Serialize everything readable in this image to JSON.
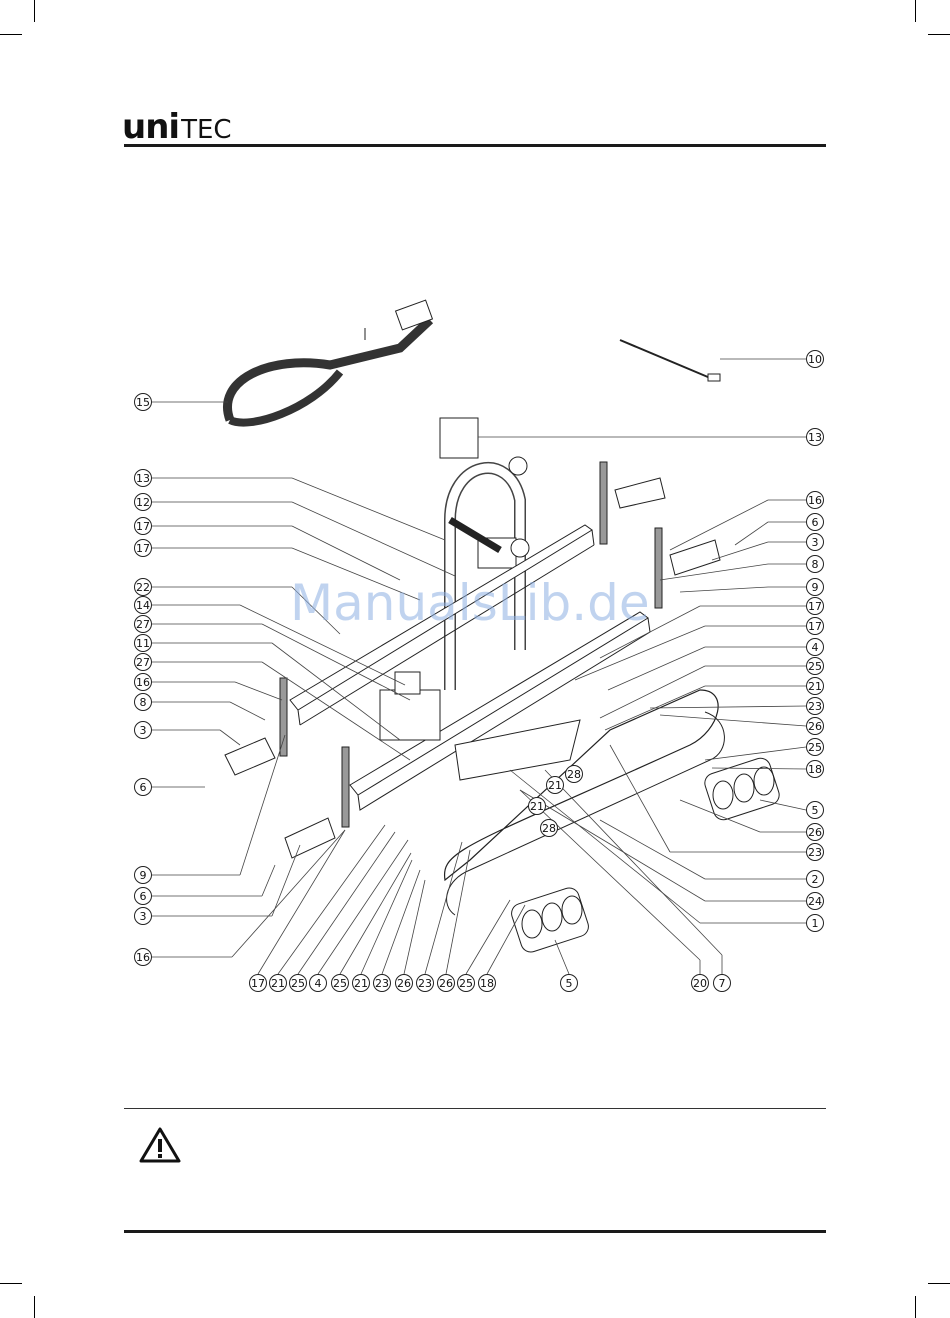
{
  "header": {
    "brand_bold": "uni",
    "brand_light": "TEC"
  },
  "watermark": "ManualsLib.de",
  "callouts_right": [
    "10",
    "13",
    "16",
    "6",
    "3",
    "8",
    "9",
    "17",
    "17",
    "4",
    "25",
    "21",
    "23",
    "26",
    "25",
    "18",
    "5",
    "26",
    "23",
    "2",
    "24",
    "1"
  ],
  "callouts_left": [
    "15",
    "13",
    "12",
    "17",
    "17",
    "22",
    "14",
    "27",
    "11",
    "27",
    "16",
    "8",
    "3",
    "6",
    "9",
    "6",
    "3",
    "16"
  ],
  "callouts_bottom": [
    "17",
    "21",
    "25",
    "4",
    "25",
    "21",
    "23",
    "26",
    "23",
    "26",
    "25",
    "18",
    "5",
    "20",
    "7"
  ],
  "callouts_inline": [
    "28",
    "21",
    "21",
    "28"
  ],
  "warning_icon": "warning-triangle-icon"
}
